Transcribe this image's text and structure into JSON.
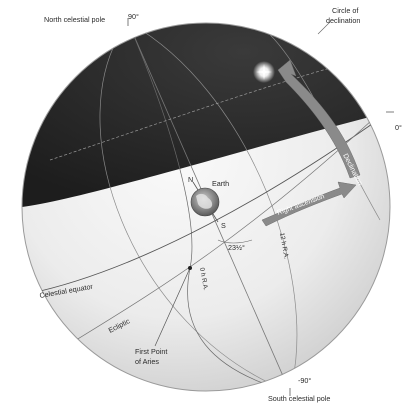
{
  "labels": {
    "north_celestial_pole": "North celestial pole",
    "deg_90": "90°",
    "circle_of_declination_1": "Circle of",
    "circle_of_declination_2": "declination",
    "deg_0": "0°",
    "declination": "Declination",
    "right_ascension": "Right ascension",
    "earth_n": "N",
    "earth": "Earth",
    "earth_s": "S",
    "tilt": "23½°",
    "ra_12h": "12 h R.A.",
    "ra_0h": "0 h R.A.",
    "celestial_equator": "Celestial equator",
    "ecliptic": "Ecliptic",
    "first_point_1": "First Point",
    "first_point_2": "of Aries",
    "deg_minus_90": "-90°",
    "south_celestial_pole": "South celestial pole"
  },
  "colors": {
    "dark_hemisphere": "#2b2b2b",
    "light_hemisphere": "#e9e9e9",
    "arrow_fill": "#8a8a8a",
    "star_glow": "#ffffff"
  }
}
